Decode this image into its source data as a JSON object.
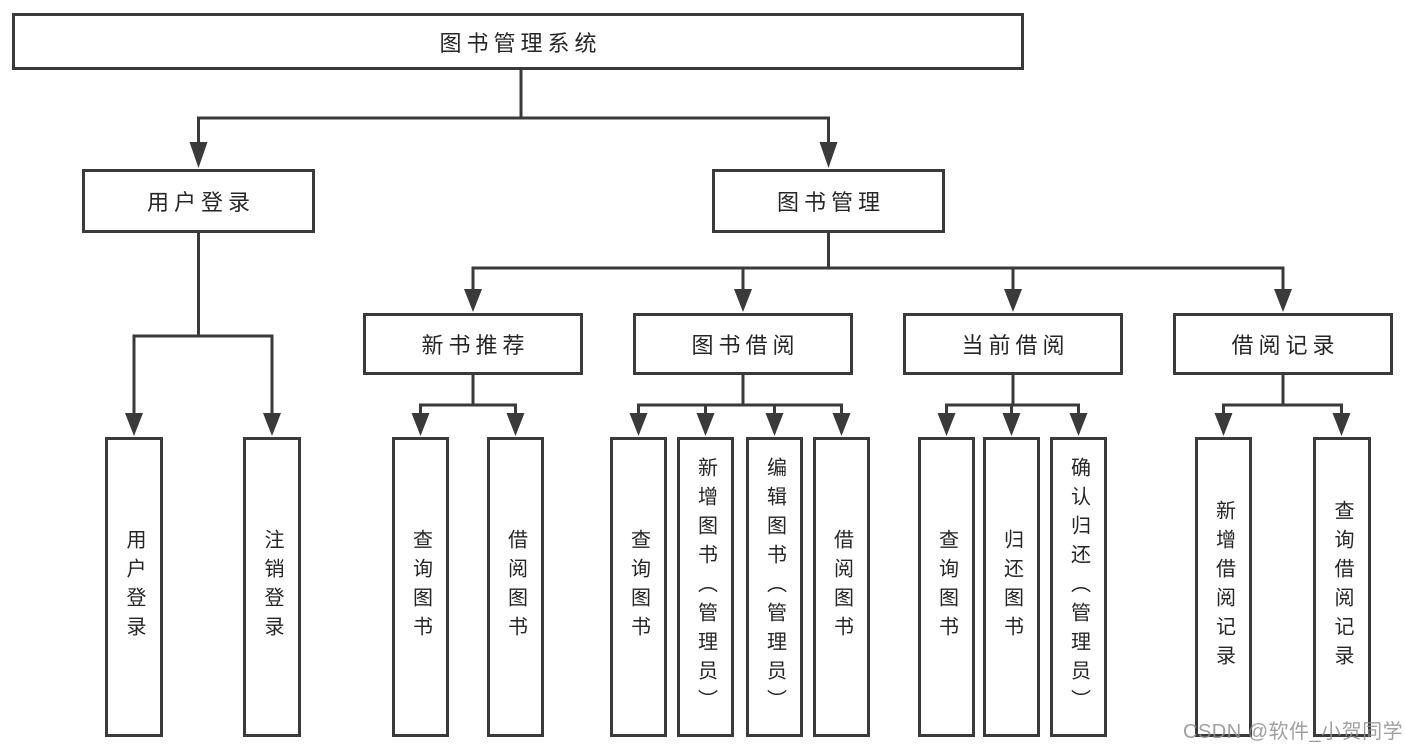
{
  "tree": {
    "root": {
      "label": "图书管理系统",
      "children": [
        {
          "label": "用户登录",
          "children": [
            {
              "label": "用户登录"
            },
            {
              "label": "注销登录"
            }
          ]
        },
        {
          "label": "图书管理",
          "children": [
            {
              "label": "新书推荐",
              "children": [
                {
                  "label": "查询图书"
                },
                {
                  "label": "借阅图书"
                }
              ]
            },
            {
              "label": "图书借阅",
              "children": [
                {
                  "label": "查询图书"
                },
                {
                  "label": "新增图书（管理员）"
                },
                {
                  "label": "编辑图书（管理员）"
                },
                {
                  "label": "借阅图书"
                }
              ]
            },
            {
              "label": "当前借阅",
              "children": [
                {
                  "label": "查询图书"
                },
                {
                  "label": "归还图书"
                },
                {
                  "label": "确认归还（管理员）"
                }
              ]
            },
            {
              "label": "借阅记录",
              "children": [
                {
                  "label": "新增借阅记录"
                },
                {
                  "label": "查询借阅记录"
                }
              ]
            }
          ]
        }
      ]
    }
  },
  "watermark": {
    "text": "CSDN @软件_小贺同学"
  },
  "colors": {
    "line": "#3a3a3a",
    "text": "#262626",
    "background": "#ffffff",
    "watermark": "#8f8f8f"
  }
}
